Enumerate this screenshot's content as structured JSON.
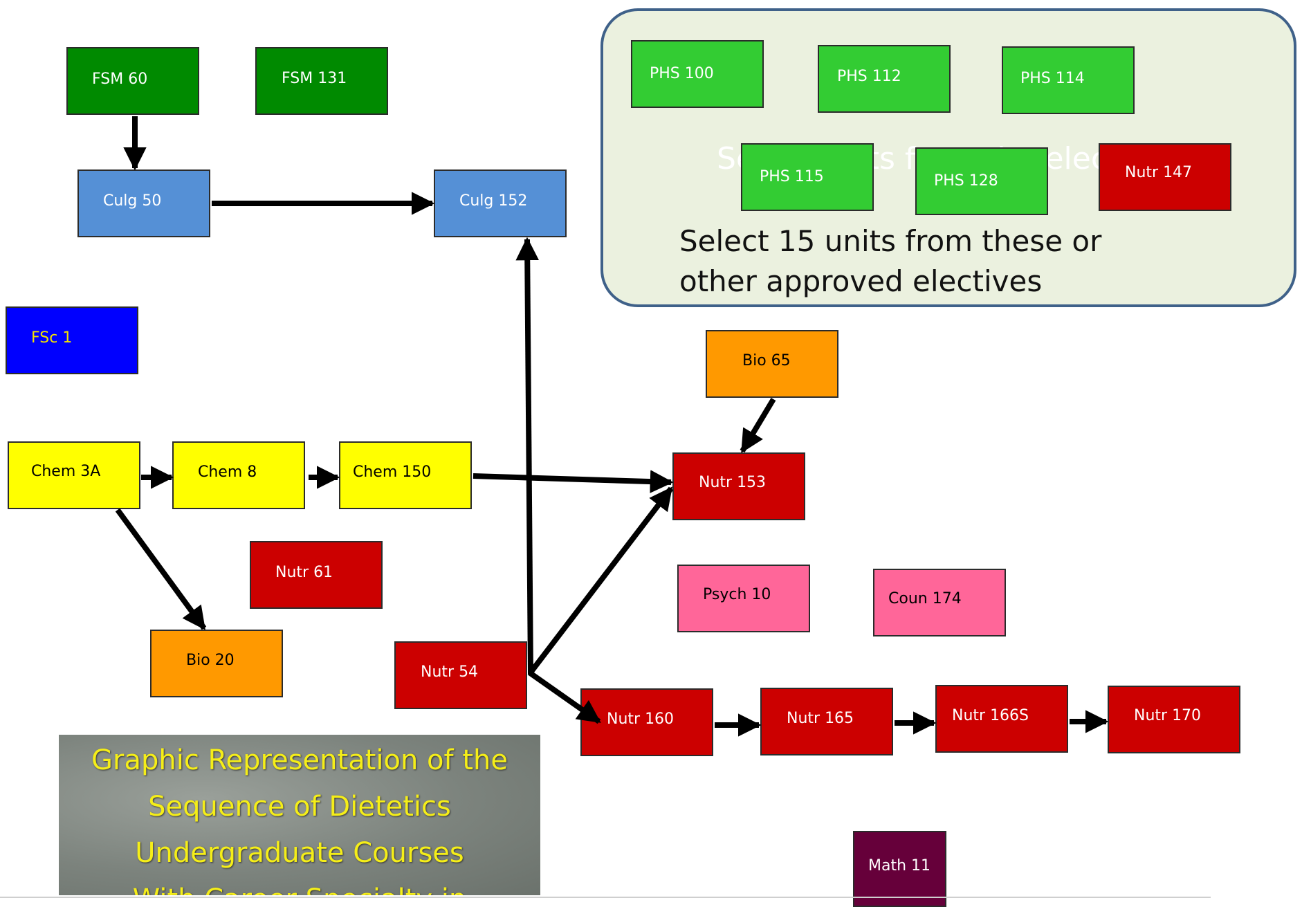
{
  "title_lines": [
    "Graphic Representation of the",
    "Sequence of Dietetics",
    "Undergraduate Courses",
    "With Career Specialty in"
  ],
  "electives": {
    "note": "Select 15 units from these or other approved electives",
    "hidden_text": "Select units from the electives"
  },
  "courses": {
    "fsm60": "FSM 60",
    "fsm131": "FSM 131",
    "culg50": "Culg 50",
    "culg152": "Culg 152",
    "fsc1": "FSc 1",
    "chem3a": "Chem 3A",
    "chem8": "Chem 8",
    "chem150": "Chem 150",
    "nutr61": "Nutr 61",
    "bio20": "Bio 20",
    "nutr54": "Nutr 54",
    "bio65": "Bio 65",
    "nutr153": "Nutr 153",
    "psych10": "Psych 10",
    "coun174": "Coun 174",
    "nutr160": "Nutr 160",
    "nutr165": "Nutr 165",
    "nutr166s": "Nutr 166S",
    "nutr170": "Nutr 170",
    "math11": "Math 11",
    "phs100": "PHS 100",
    "phs112": "PHS 112",
    "phs114": "PHS 114",
    "phs115": "PHS 115",
    "phs128": "PHS 128",
    "nutr147": "Nutr 147"
  },
  "colors": {
    "dark_green": "#008a00",
    "light_green": "#33cc33",
    "steel_blue": "#5590d6",
    "blue": "#0000ff",
    "yellow": "#ffff00",
    "orange": "#ff9900",
    "red": "#cc0000",
    "pink": "#ff6699",
    "maroon": "#66003a",
    "elective_panel": "#ebf1df",
    "elective_border": "#3f6189",
    "title_text": "#f5ee18"
  }
}
